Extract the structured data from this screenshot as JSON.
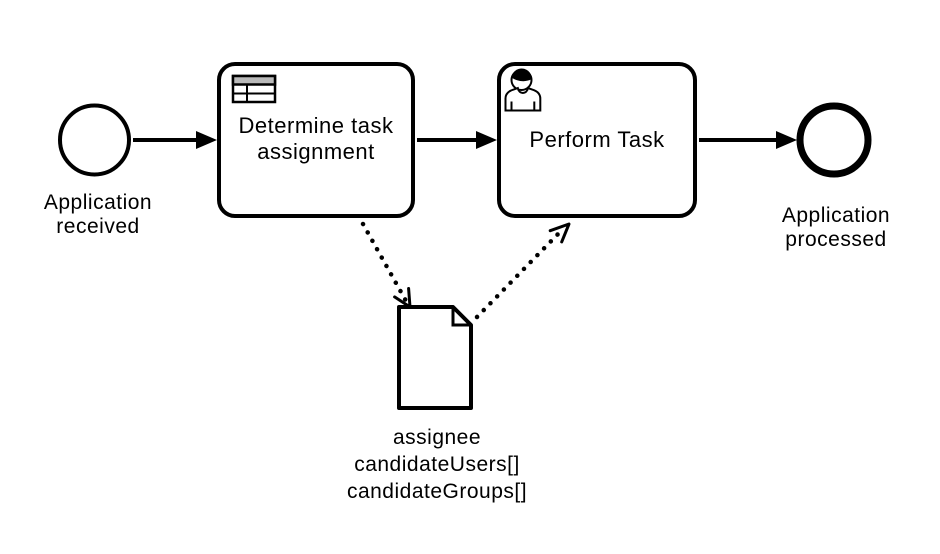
{
  "colors": {
    "background": "#ffffff",
    "stroke": "#000000",
    "shape_fill": "#ffffff",
    "table_icon_header_fill": "#b9b9b9"
  },
  "diagram": {
    "type": "bpmn-process",
    "start_event": {
      "label": "Application\nreceived"
    },
    "tasks": [
      {
        "label": "Determine task\nassignment",
        "task_type": "business-rule",
        "icon": "table-icon"
      },
      {
        "label": "Perform Task",
        "task_type": "user",
        "icon": "person-icon"
      }
    ],
    "end_event": {
      "label": "Application\nprocessed"
    },
    "data_object": {
      "label": "assignee\ncandidateUsers[]\ncandidateGroups[]"
    },
    "flows": [
      {
        "from": "start-event",
        "to": "task-determine-task-assignment",
        "type": "sequence-flow"
      },
      {
        "from": "task-determine-task-assignment",
        "to": "task-perform-task",
        "type": "sequence-flow"
      },
      {
        "from": "task-perform-task",
        "to": "end-event",
        "type": "sequence-flow"
      },
      {
        "from": "task-determine-task-assignment",
        "to": "data-object",
        "type": "data-association"
      },
      {
        "from": "data-object",
        "to": "task-perform-task",
        "type": "data-association"
      }
    ]
  }
}
